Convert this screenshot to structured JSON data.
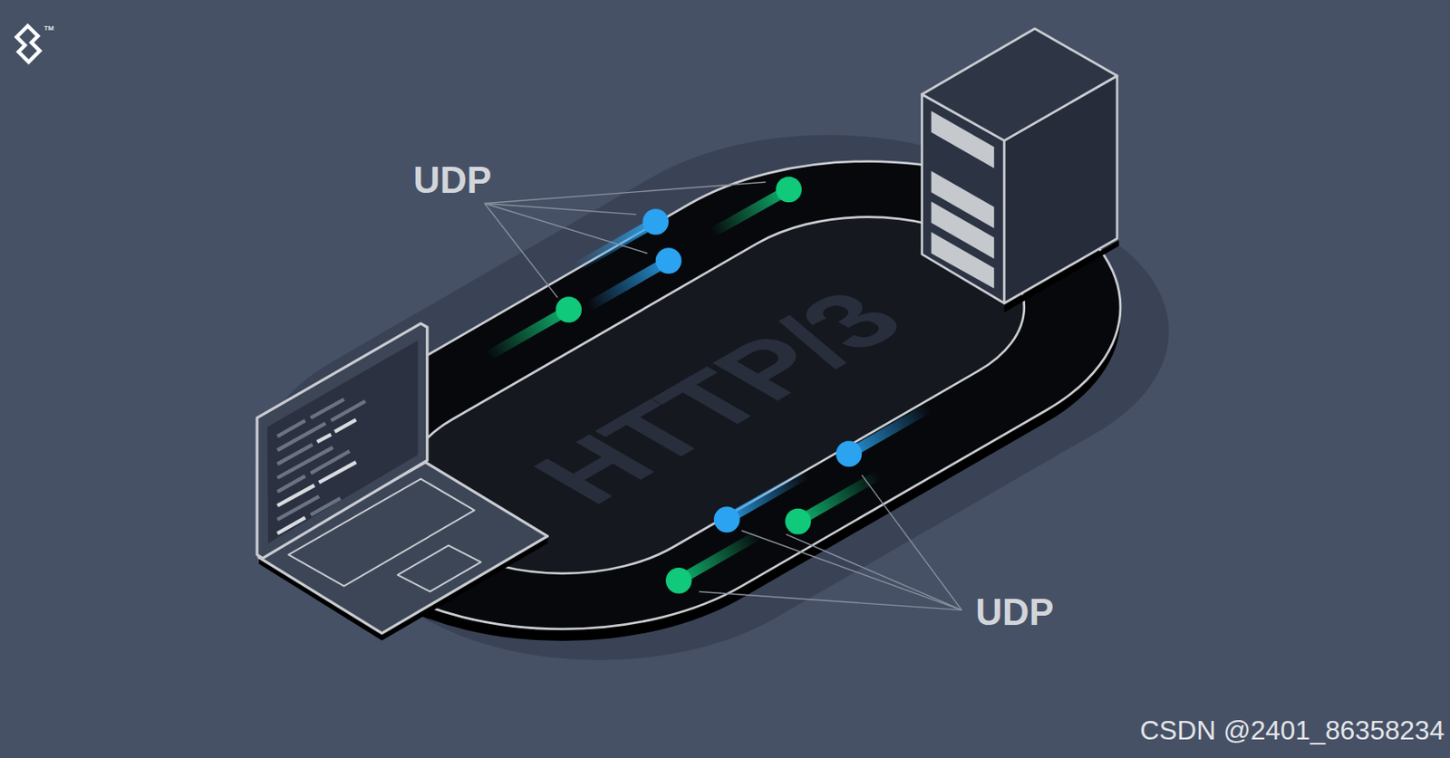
{
  "diagram": {
    "labels": [
      "UDP",
      "UDP",
      "HTTP/3",
      "™",
      "CSDN @2401_86358234"
    ]
  }
}
